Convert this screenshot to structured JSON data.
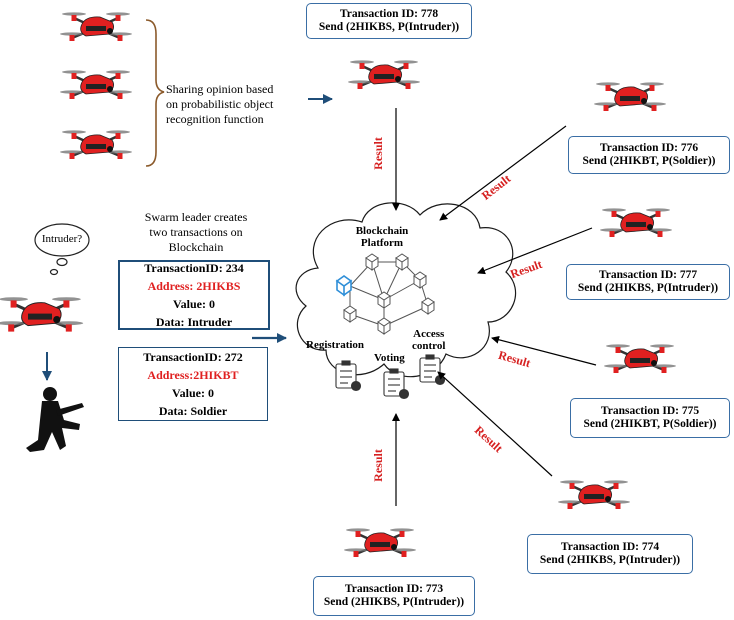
{
  "sharing_text": {
    "line1": "Sharing opinion based",
    "line2": "on probabilistic object",
    "line3": "recognition function"
  },
  "leader_text": {
    "line1": "Swarm leader creates",
    "line2": "two transactions on",
    "line3": "Blockchain"
  },
  "thought_bubble": "Intruder?",
  "leader_transactions": [
    {
      "id": "TransactionID: 234",
      "address": "Address: 2HIKBS",
      "value": "Value: 0",
      "data": "Data: Intruder"
    },
    {
      "id": "TransactionID: 272",
      "address": "Address:2HIKBT",
      "value": "Value: 0",
      "data": "Data: Soldier"
    }
  ],
  "blockchain": {
    "title_line1": "Blockchain",
    "title_line2": "Platform",
    "registration": "Registration",
    "voting": "Voting",
    "access_line1": "Access",
    "access_line2": "control"
  },
  "transactions": [
    {
      "id": "Transaction ID: 778",
      "send": "Send (2HIKBS, P(Intruder))"
    },
    {
      "id": "Transaction ID: 776",
      "send": "Send (2HIKBT, P(Soldier))"
    },
    {
      "id": "Transaction ID: 777",
      "send": "Send (2HIKBS, P(Intruder))"
    },
    {
      "id": "Transaction ID: 775",
      "send": "Send (2HIKBT, P(Soldier))"
    },
    {
      "id": "Transaction ID: 774",
      "send": "Send (2HIKBS, P(Intruder))"
    },
    {
      "id": "Transaction ID: 773",
      "send": "Send (2HIKBS, P(Intruder))"
    }
  ],
  "result_label": "Result",
  "colors": {
    "drone_body": "#e02020",
    "arrow": "#1f4e79",
    "box_border": "#3a6ea5",
    "result_text": "#d62020",
    "address_text": "#e02020"
  }
}
